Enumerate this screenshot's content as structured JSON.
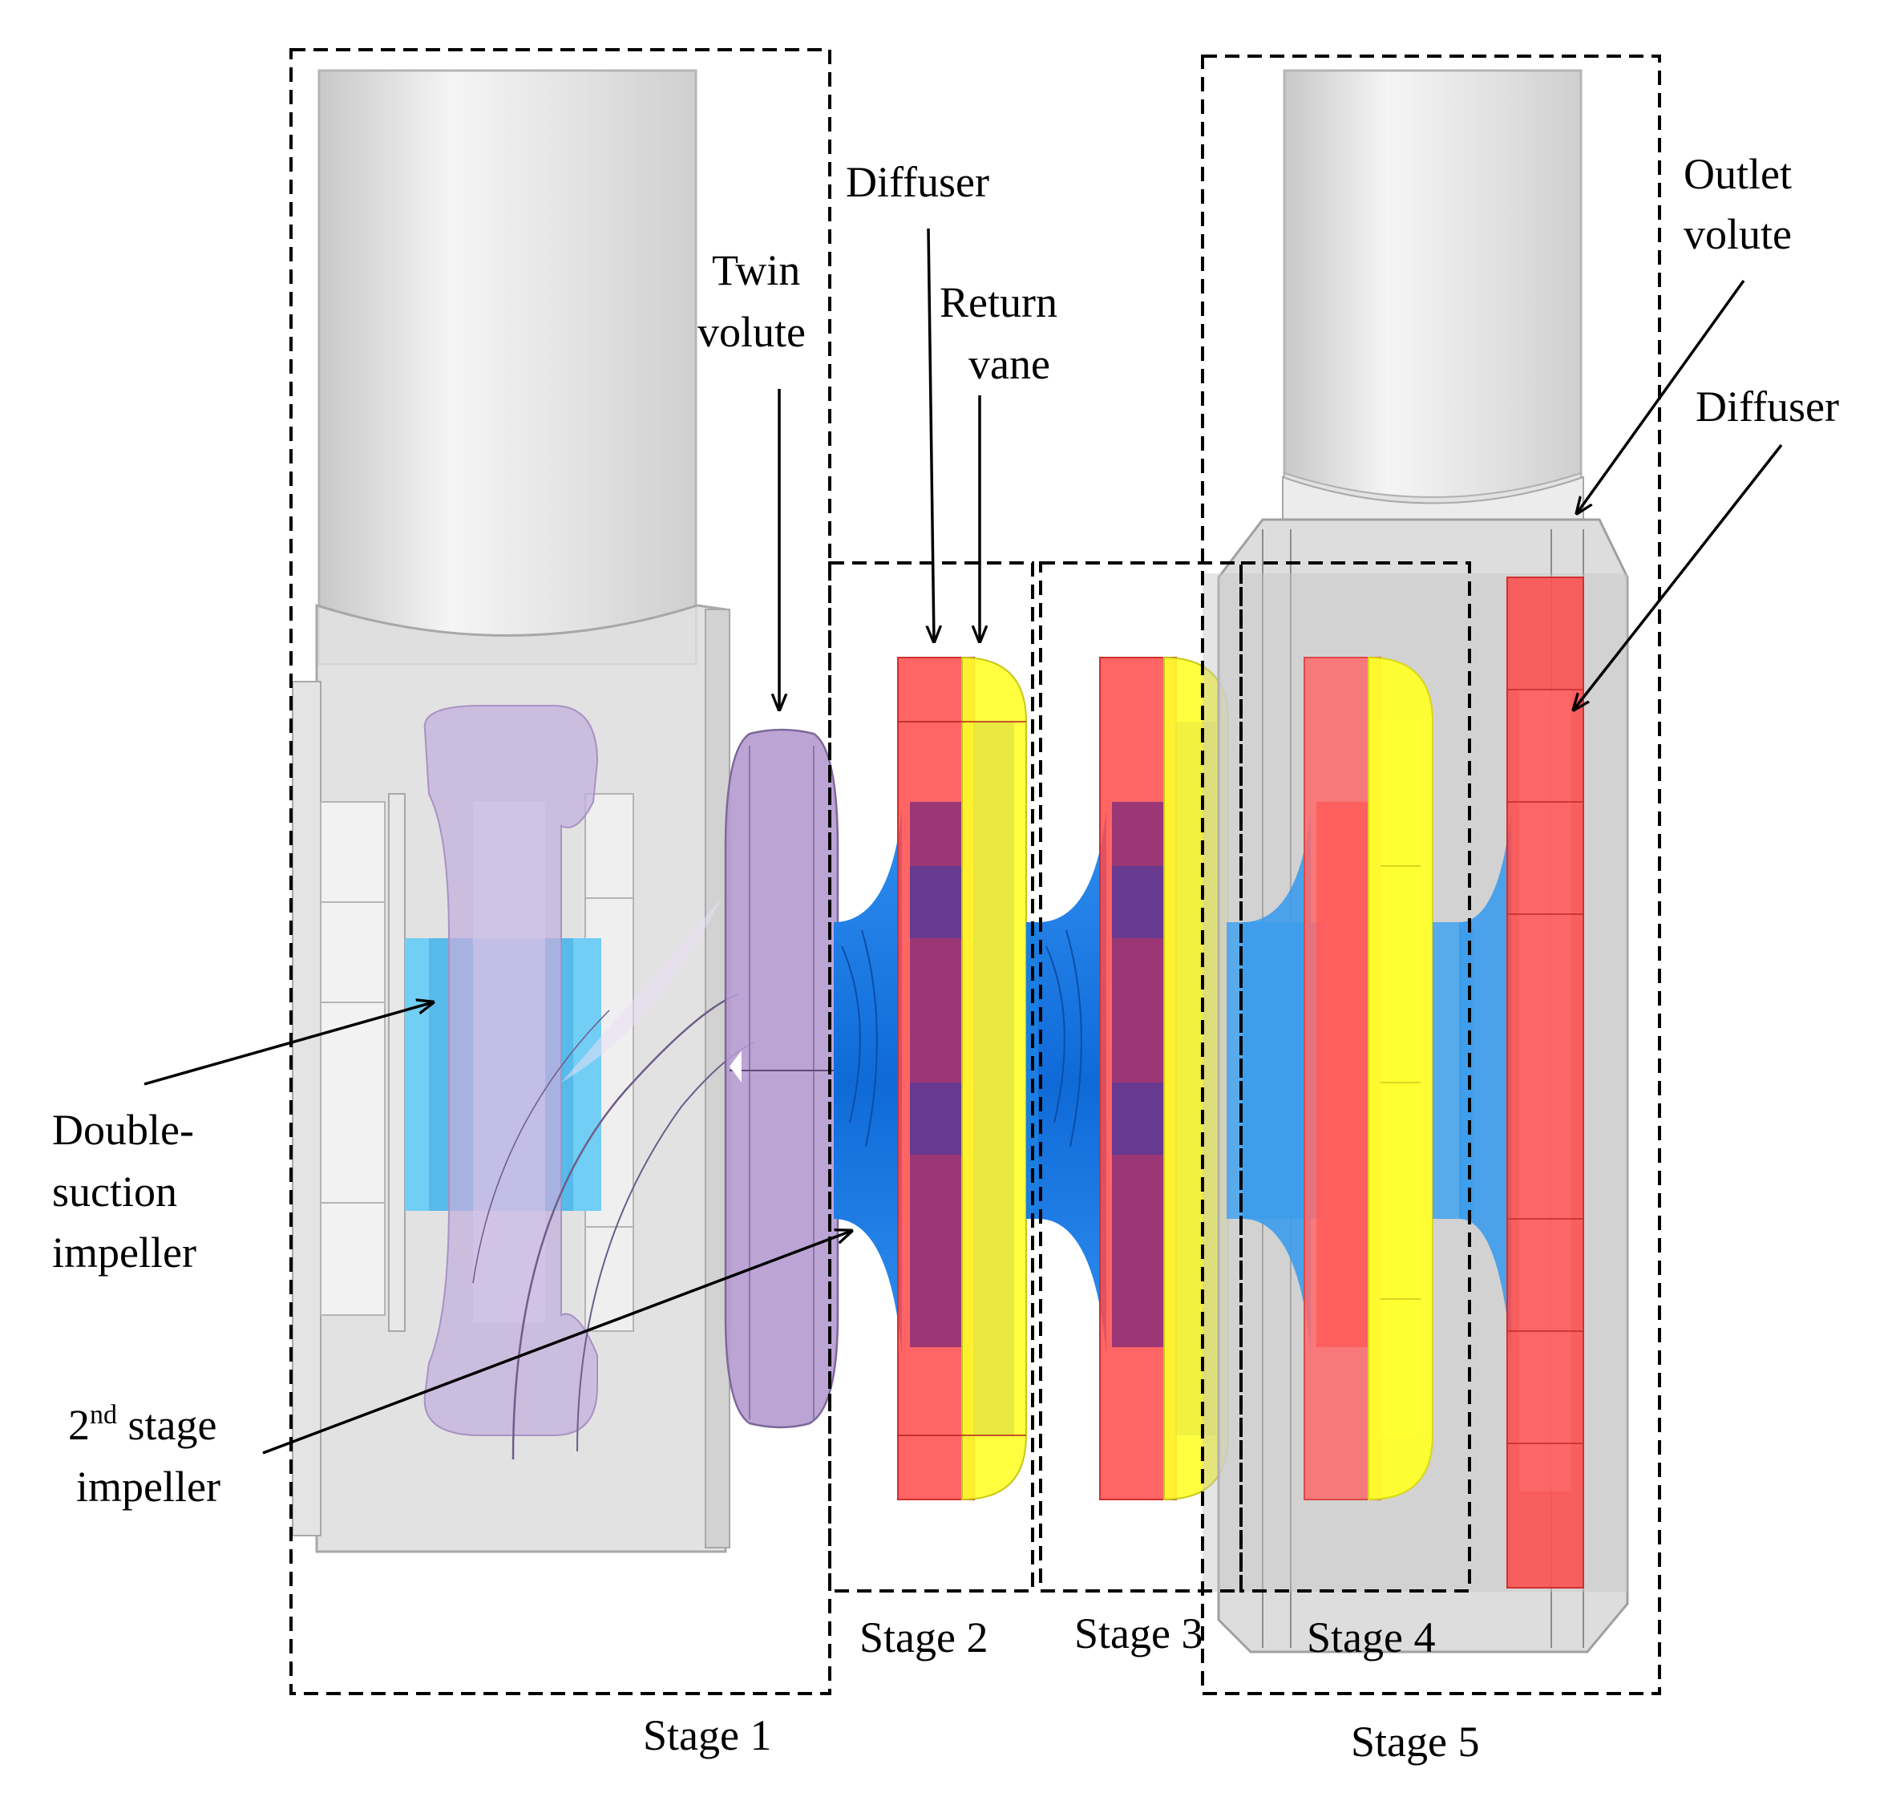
{
  "labels": {
    "diffuser_left": "Diffuser",
    "twin_volute": [
      "Twin",
      "volute"
    ],
    "return_vane": [
      "Return",
      "vane"
    ],
    "outlet_volute": [
      "Outlet",
      "volute"
    ],
    "diffuser_right": "Diffuser",
    "double_suction_impeller": [
      "Double-",
      "suction",
      "impeller"
    ],
    "second_stage_impeller": {
      "prefix": "2",
      "superscript": "nd",
      "rest": " stage",
      "line2": "impeller"
    }
  },
  "stages": [
    "Stage 1",
    "Stage 2",
    "Stage 3",
    "Stage 4",
    "Stage 5"
  ],
  "colors": {
    "casing": "#d9d9d9",
    "casing_edge": "#a8a8a8",
    "impeller": "#1a7fe0",
    "impeller_light": "#5cc0f0",
    "diffuser": "#ff4a4a",
    "diffuser_dark": "#8a2f78",
    "return_vane": "#ffff2a",
    "volute": "#b59ad0"
  }
}
